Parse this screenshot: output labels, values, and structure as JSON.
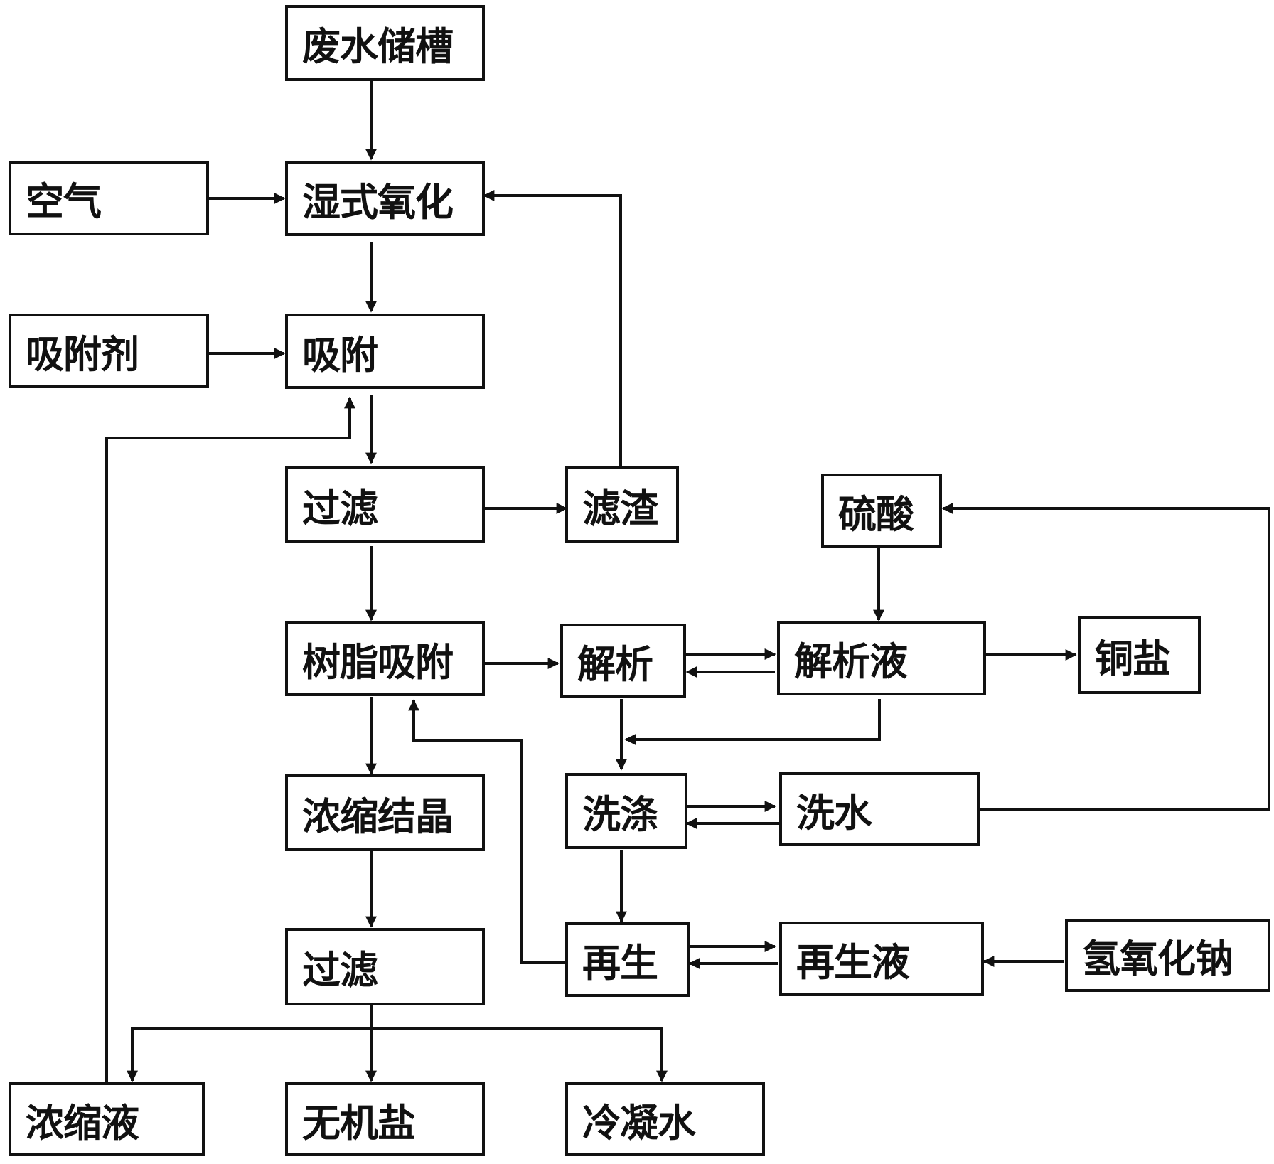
{
  "nodes": {
    "wastewater_tank": "废水储槽",
    "air": "空气",
    "wet_oxidation": "湿式氧化",
    "adsorbent": "吸附剂",
    "adsorption": "吸附",
    "filtration1": "过滤",
    "filter_residue": "滤渣",
    "sulfuric_acid": "硫酸",
    "resin_adsorption": "树脂吸附",
    "desorption": "解析",
    "desorption_liquid": "解析液",
    "copper_salt": "铜盐",
    "concentration_crystallization": "浓缩结晶",
    "washing": "洗涤",
    "wash_water": "洗水",
    "filtration2": "过滤",
    "regeneration": "再生",
    "regeneration_liquid": "再生液",
    "sodium_hydroxide": "氢氧化钠",
    "concentrate": "浓缩液",
    "inorganic_salt": "无机盐",
    "condensate_water": "冷凝水"
  },
  "colors": {
    "line": "#111111",
    "box_border": "#111111",
    "text": "#111111",
    "background": "#ffffff"
  }
}
